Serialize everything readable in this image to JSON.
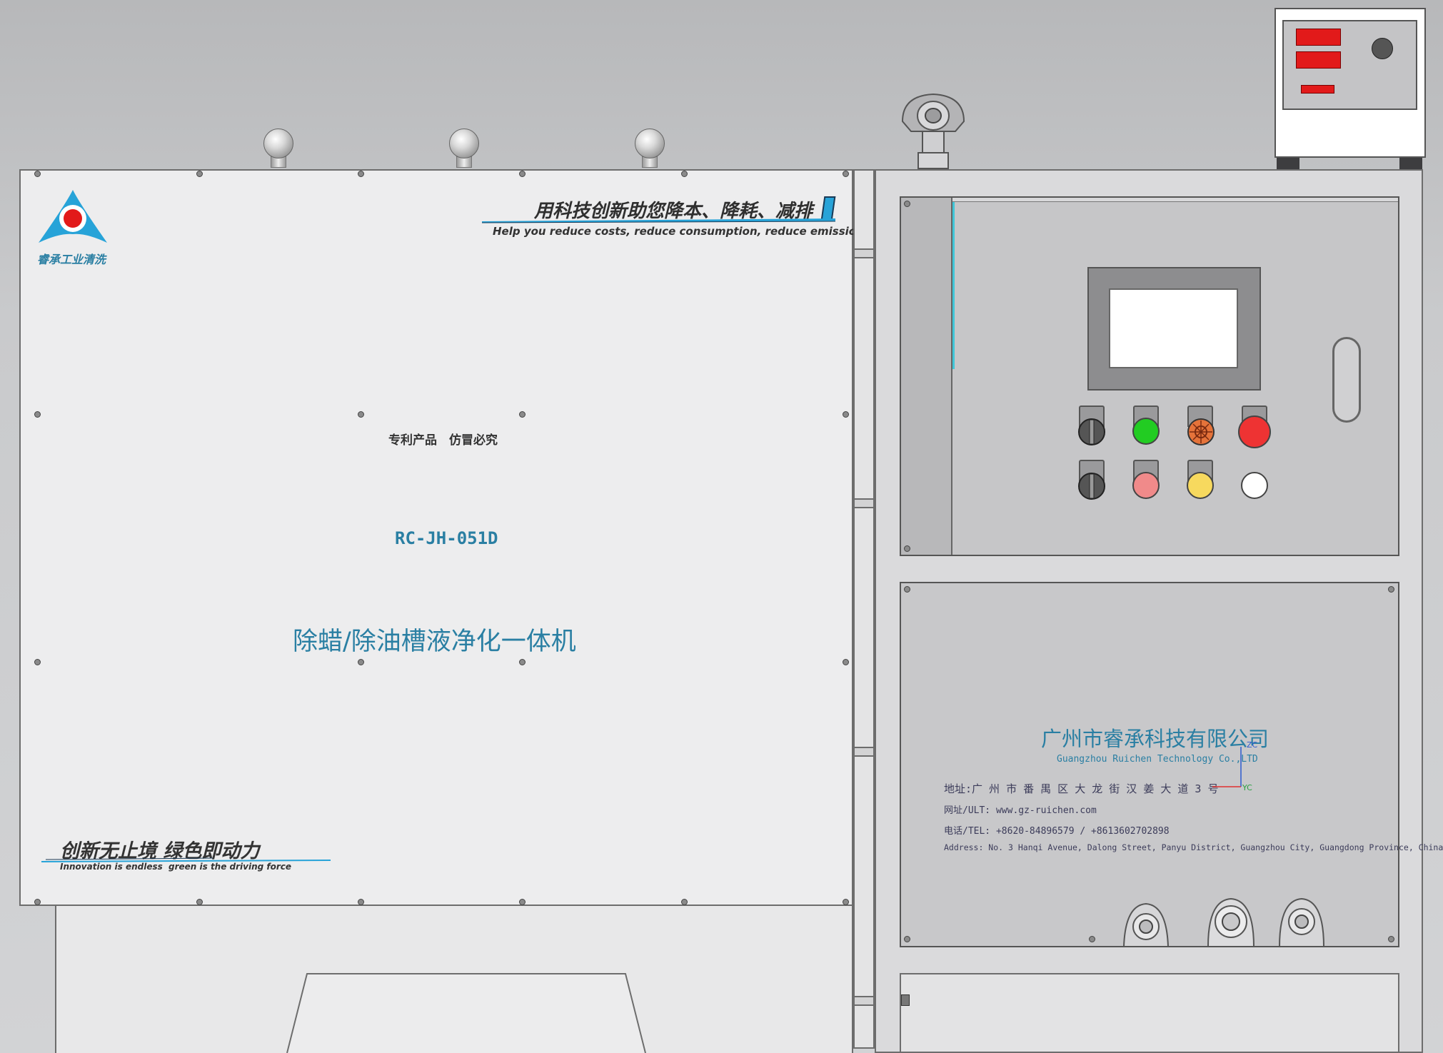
{
  "panel": {
    "brand_text": "睿承工业清洗",
    "slogan_cn": "用科技创新助您降本、降耗、减排",
    "slogan_en": "Help you reduce costs, reduce consumption, reduce emissions!",
    "patent_notice": "专利产品　仿冒必究",
    "model": "RC-JH-051D",
    "product_name": "除蜡/除油槽液净化一体机",
    "motto_cn": "创新无止境  绿色即动力",
    "motto_en_1": "Innovation is endless",
    "motto_en_2": "green is the driving force"
  },
  "company": {
    "name_cn": "广州市睿承科技有限公司",
    "name_en": "Guangzhou Ruichen Technology Co.,LTD",
    "address_cn": "地址:广 州 市 番 禺 区 大 龙 街 汉 姜 大 道 3 号",
    "website": "网址/ULT: www.gz-ruichen.com",
    "phone": "电话/TEL: +8620-84896579 / +8613602702898",
    "address_en": "Address: No. 3 Hanqi Avenue, Dalong Street, Panyu District, Guangzhou City, Guangdong Province, China"
  },
  "axis_triad": {
    "zc": "ZC",
    "yc": "YC"
  },
  "colors": {
    "brand_blue": "#2a7fa3",
    "logo_blue": "#27a3d8",
    "indicator_red": "#e21a1a",
    "green_light": "#22cc22",
    "red_light": "#ee3333",
    "pink_light": "#f08a8a",
    "yellow_light": "#f7d95e",
    "orange_light": "#e5733a",
    "white_light": "#ffffff"
  },
  "icons": {
    "logo": "triangle-logo-icon",
    "selector_switch": "selector-switch-icon",
    "pilot_light": "pilot-light-icon",
    "emergency_stop": "emergency-stop-icon"
  }
}
